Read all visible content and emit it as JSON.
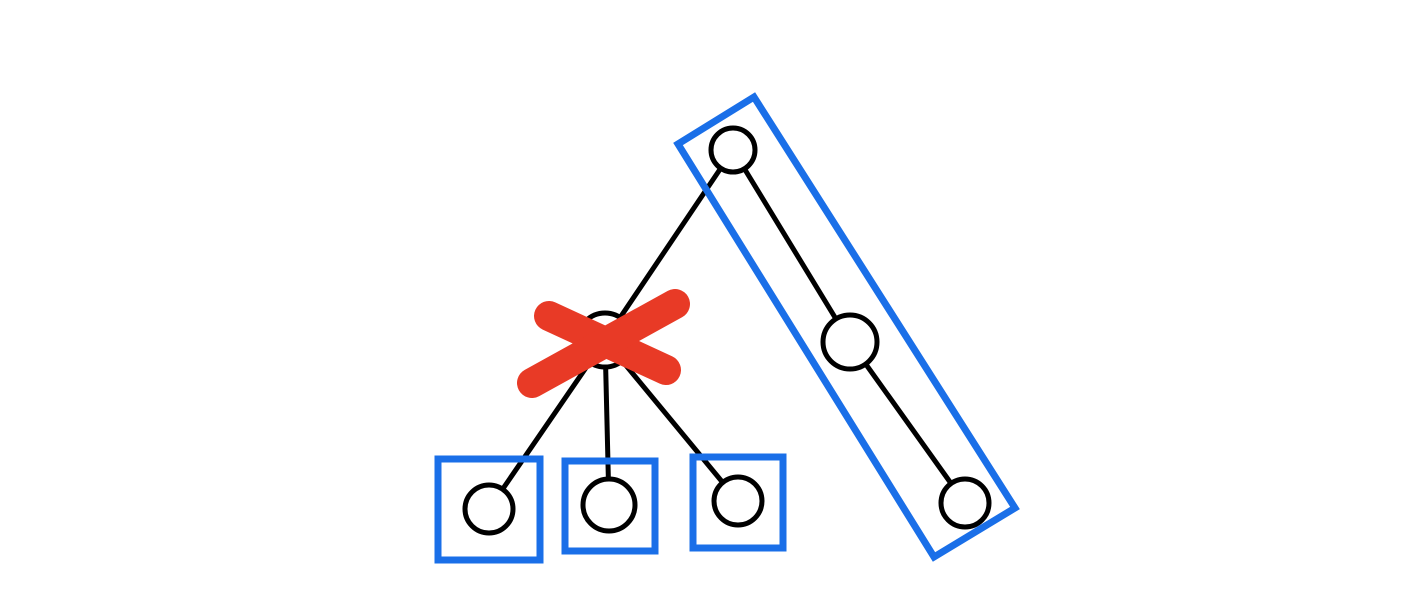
{
  "diagram": {
    "type": "tree",
    "colors": {
      "background": "#ffffff",
      "edge": "#000000",
      "node_stroke": "#000000",
      "node_fill": "#ffffff",
      "group_box": "#1a6fe8",
      "cross": "#e83a26"
    },
    "nodes": [
      {
        "id": "root",
        "removed": false
      },
      {
        "id": "left-child",
        "removed": true
      },
      {
        "id": "right-child",
        "removed": false
      },
      {
        "id": "right-grandchild",
        "removed": false
      },
      {
        "id": "leaf-1",
        "removed": false
      },
      {
        "id": "leaf-2",
        "removed": false
      },
      {
        "id": "leaf-3",
        "removed": false
      }
    ],
    "edges": [
      {
        "from": "root",
        "to": "left-child"
      },
      {
        "from": "root",
        "to": "right-child"
      },
      {
        "from": "right-child",
        "to": "right-grandchild"
      },
      {
        "from": "left-child",
        "to": "leaf-1"
      },
      {
        "from": "left-child",
        "to": "leaf-2"
      },
      {
        "from": "left-child",
        "to": "leaf-3"
      }
    ],
    "groups": [
      {
        "id": "chain-group",
        "members": [
          "root",
          "right-child",
          "right-grandchild"
        ]
      },
      {
        "id": "leaf-1-group",
        "members": [
          "leaf-1"
        ]
      },
      {
        "id": "leaf-2-group",
        "members": [
          "leaf-2"
        ]
      },
      {
        "id": "leaf-3-group",
        "members": [
          "leaf-3"
        ]
      }
    ],
    "removed_marker": "cross-mark"
  }
}
